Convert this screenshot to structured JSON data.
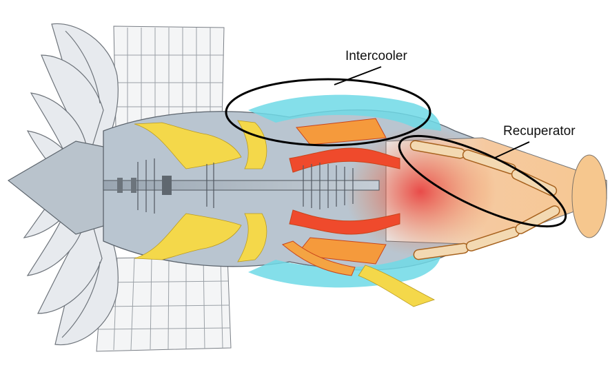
{
  "callouts": [
    {
      "id": "intercooler",
      "label": "Intercooler"
    },
    {
      "id": "recuperator",
      "label": "Recuperator"
    }
  ]
}
